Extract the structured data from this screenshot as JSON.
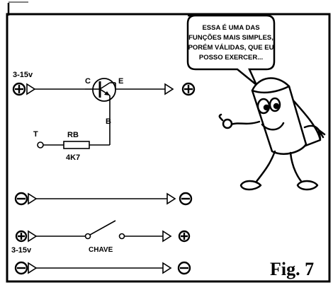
{
  "voltage_top": "3-15v",
  "voltage_bottom": "3-15v",
  "labels": {
    "collector": "C",
    "emitter": "E",
    "base": "B",
    "terminal": "T",
    "resistor_name": "RB",
    "resistor_value": "4K7",
    "switch": "CHAVE"
  },
  "speech_bubble": {
    "lines": [
      "ESSA É UMA DAS",
      "FUNÇÕES MAIS SIMPLES,",
      "PORÉM VÁLIDAS, QUE EU",
      "POSSO EXERCER..."
    ]
  },
  "figure_label": "Fig. 7"
}
